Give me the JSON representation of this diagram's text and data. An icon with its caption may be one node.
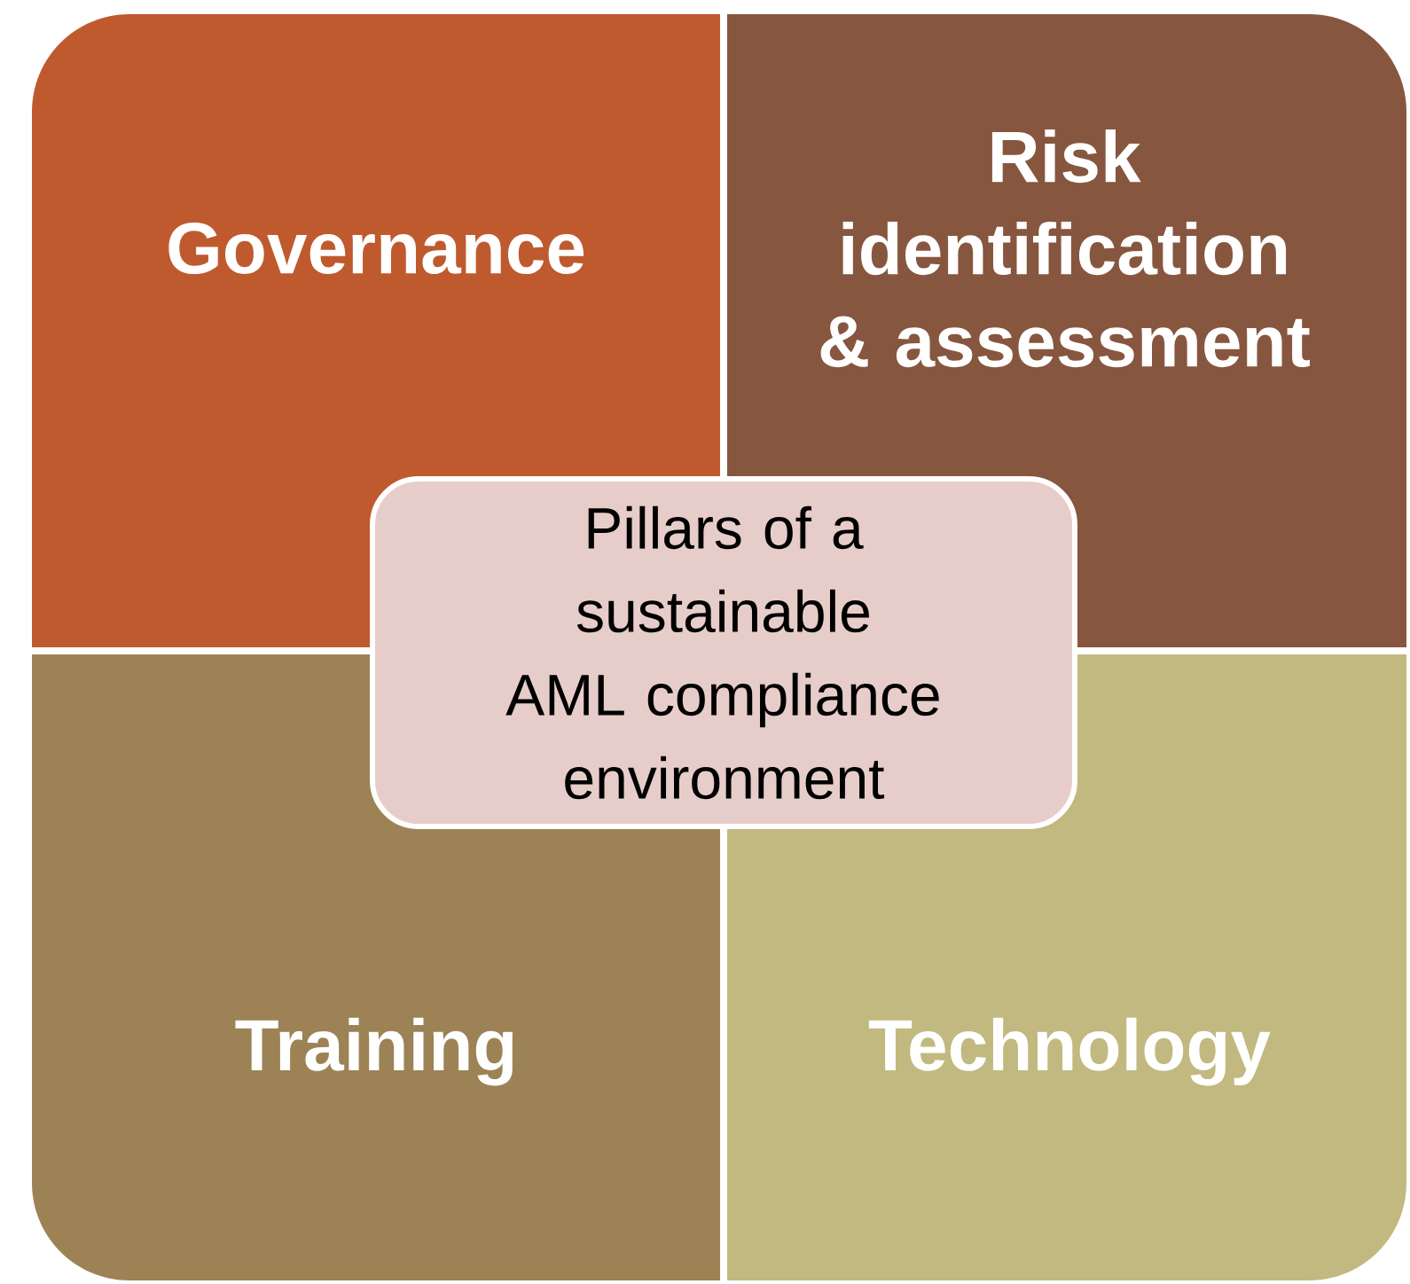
{
  "diagram": {
    "nodes": [
      {
        "text": [
          "Governance"
        ]
      },
      {
        "text": [
          "Risk identification & assessment"
        ]
      },
      {
        "text": [
          "Training"
        ]
      },
      {
        "text": [
          "Technology"
        ]
      },
      {
        "text": [
          "Pillars of a sustainable AML compliance environment"
        ]
      }
    ]
  }
}
